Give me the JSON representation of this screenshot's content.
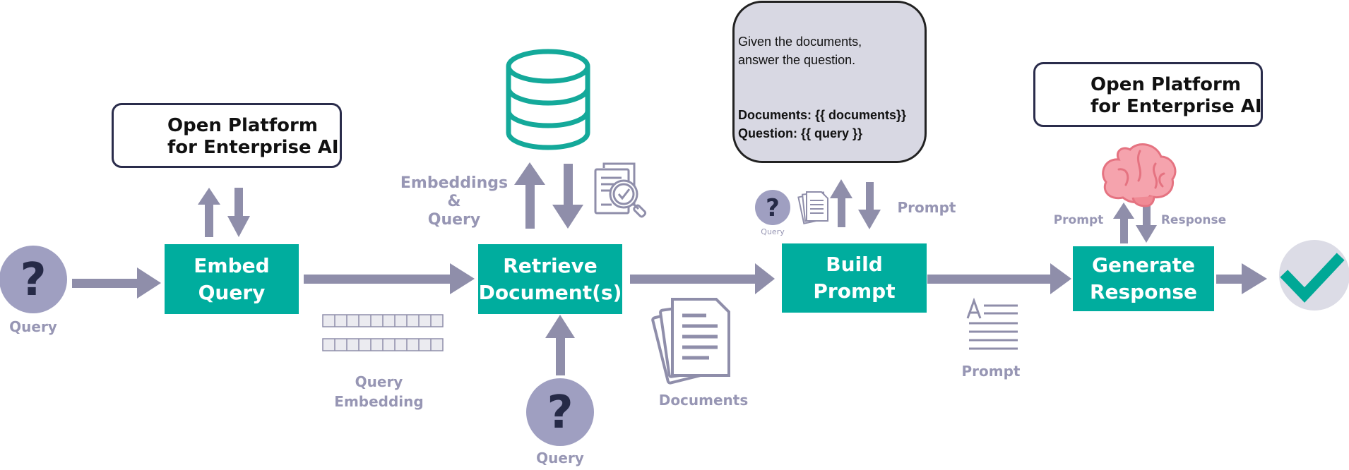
{
  "steps": {
    "embed": [
      "Embed",
      "Query"
    ],
    "retrieve": [
      "Retrieve",
      "Document(s)"
    ],
    "build": "Build Prompt",
    "generate": [
      "Generate",
      "Response"
    ]
  },
  "labels": {
    "query_left": "Query",
    "query_bottom": "Query",
    "query_small": "Query",
    "embeddings_query": [
      "Embeddings",
      "&",
      "Query"
    ],
    "query_embedding": [
      "Query",
      "Embedding"
    ],
    "documents": "Documents",
    "prompt_upper": "Prompt",
    "prompt_lower": "Prompt",
    "llm_prompt": "Prompt",
    "llm_response": "Response"
  },
  "logo": [
    "Open Platform",
    "for Enterprise AI"
  ],
  "prompt_template": {
    "intro": [
      "Given the documents,",
      "answer the question."
    ],
    "documents_line": "Documents: {{ documents}}",
    "question_line": "Question: {{ query }}"
  },
  "colors": {
    "teal": "#00ad9e",
    "arrow": "#8f8eaa",
    "text_muted": "#9796b4",
    "circle": "#9f9fc1",
    "question_mark": "#262a47",
    "database": "#14a99a",
    "card_bg": "#d8d8e3"
  }
}
